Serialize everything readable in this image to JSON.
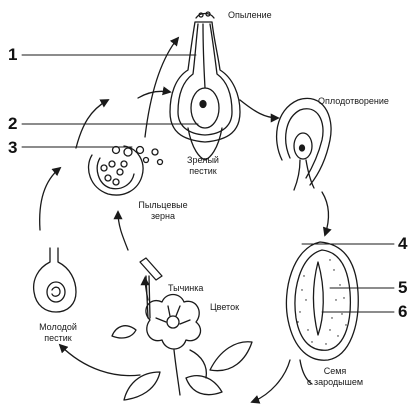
{
  "labels": {
    "pollination": "Опыление",
    "fertilization": "Оплодотворение",
    "mature_pistil": [
      "Зрелый",
      "пестик"
    ],
    "pollen_grains": [
      "Пыльцевые",
      "зерна"
    ],
    "stamen": "Тычинка",
    "flower": "Цветок",
    "young_pistil": [
      "Молодой",
      "пестик"
    ],
    "seed_with_embryo": [
      "Семя",
      "с зародышем"
    ]
  },
  "numbers": [
    "1",
    "2",
    "3",
    "4",
    "5",
    "6"
  ],
  "colors": {
    "ink": "#1a1a1a",
    "background": "#ffffff"
  }
}
